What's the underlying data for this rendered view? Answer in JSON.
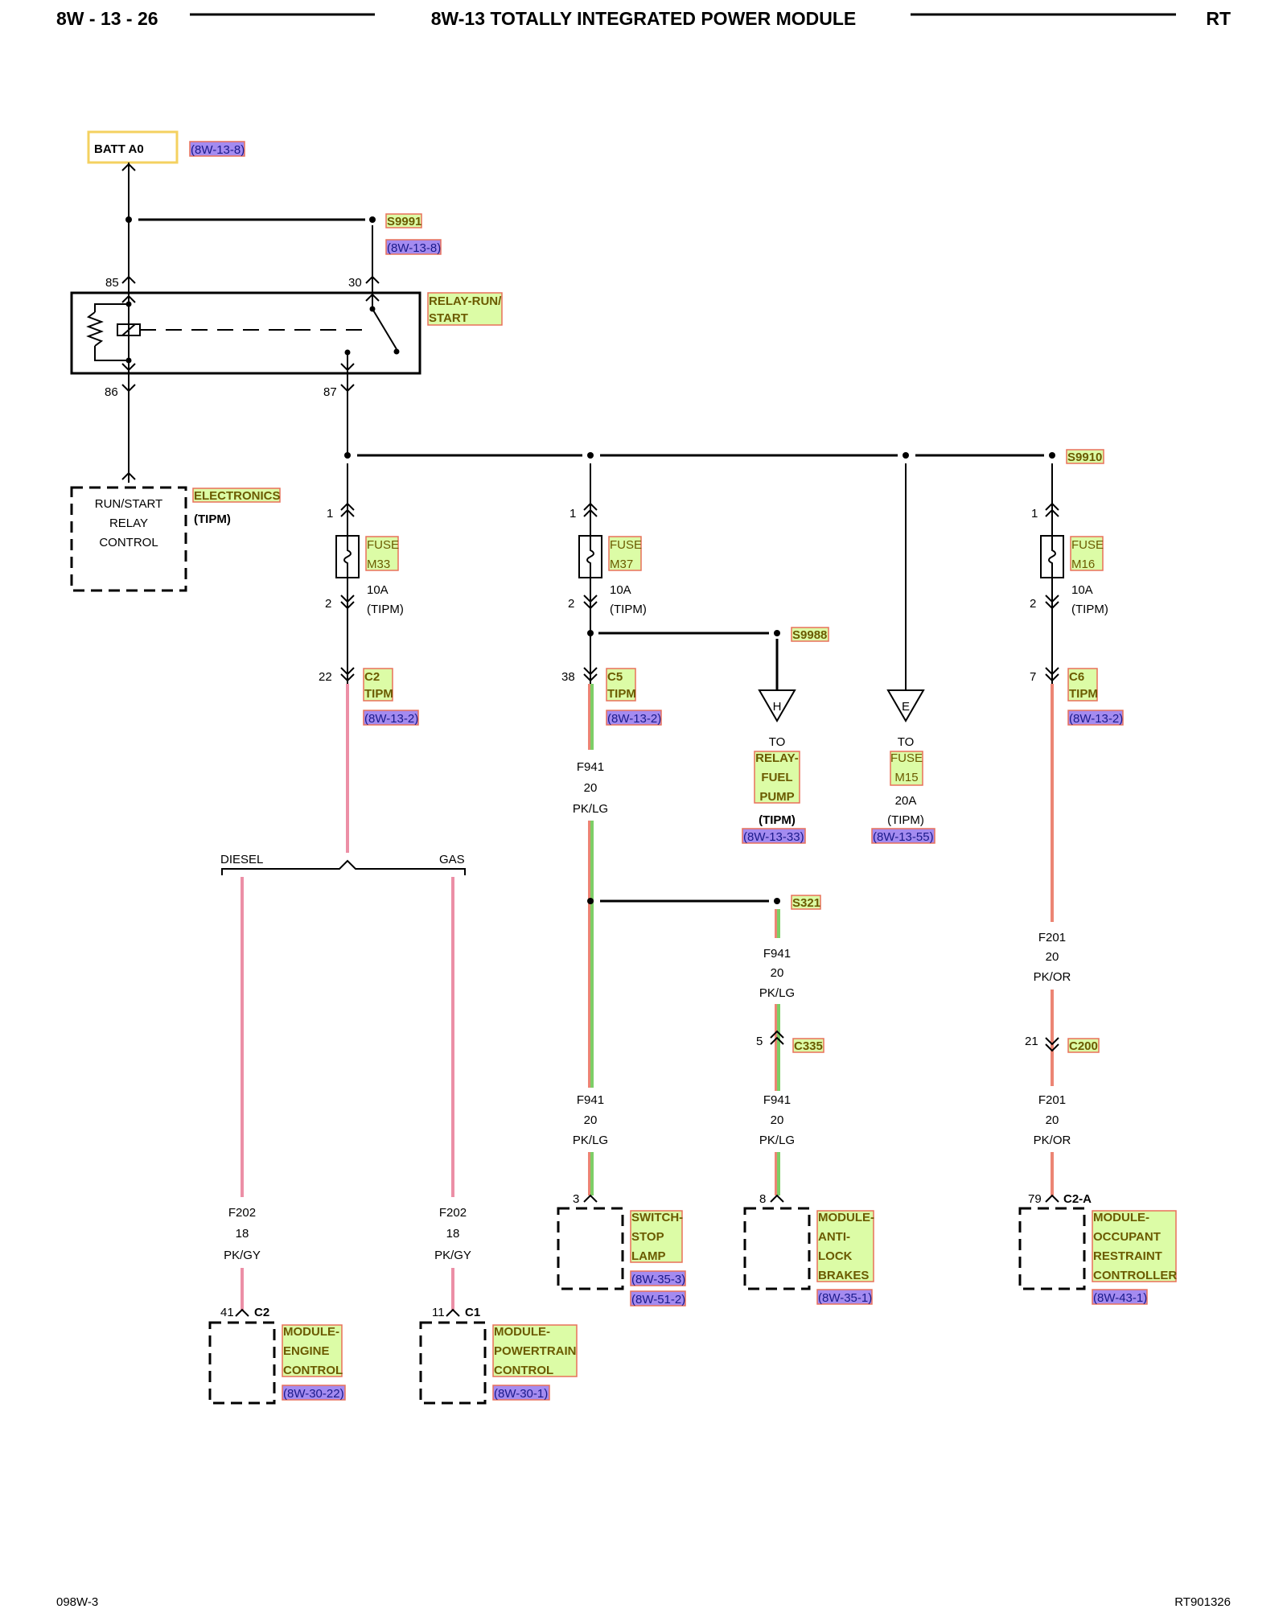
{
  "header": {
    "page": "8W - 13 - 26",
    "title": "8W-13 TOTALLY INTEGRATED POWER MODULE",
    "model": "RT"
  },
  "footer": {
    "left": "098W-3",
    "right": "RT901326"
  },
  "batt": {
    "label": "BATT A0",
    "ref": "(8W-13-8)"
  },
  "splices": {
    "s9991": "S9991",
    "s9991_ref": "(8W-13-8)",
    "s9910": "S9910",
    "s9988": "S9988",
    "s321": "S321"
  },
  "relay": {
    "pin85": "85",
    "pin30": "30",
    "pin86": "86",
    "pin87": "87",
    "name_line1": "RELAY-RUN/",
    "name_line2": "START"
  },
  "electronics": {
    "line1": "RUN/START",
    "line2": "RELAY",
    "line3": "CONTROL",
    "tag": "ELECTRONICS",
    "tipm": "(TIPM)"
  },
  "fuses": [
    {
      "pin_in": "1",
      "pin_out": "2",
      "label": "FUSE",
      "id": "M33",
      "rating": "10A",
      "loc": "(TIPM)"
    },
    {
      "pin_in": "1",
      "pin_out": "2",
      "label": "FUSE",
      "id": "M37",
      "rating": "10A",
      "loc": "(TIPM)"
    },
    {
      "pin_in": "1",
      "pin_out": "2",
      "label": "FUSE",
      "id": "M16",
      "rating": "10A",
      "loc": "(TIPM)"
    }
  ],
  "connectors": {
    "c2": {
      "pin": "22",
      "line1": "C2",
      "line2": "TIPM",
      "ref": "(8W-13-2)"
    },
    "c5": {
      "pin": "38",
      "line1": "C5",
      "line2": "TIPM",
      "ref": "(8W-13-2)"
    },
    "c6": {
      "pin": "7",
      "line1": "C6",
      "line2": "TIPM",
      "ref": "(8W-13-2)"
    },
    "c335": {
      "pin": "5",
      "name": "C335"
    },
    "c200": {
      "pin": "21",
      "name": "C200"
    }
  },
  "wires": {
    "f941": {
      "circuit": "F941",
      "gauge": "20",
      "color": "PK/LG"
    },
    "f201": {
      "circuit": "F201",
      "gauge": "20",
      "color": "PK/OR"
    },
    "f202": {
      "circuit": "F202",
      "gauge": "18",
      "color": "PK/GY"
    }
  },
  "branch": {
    "diesel": "DIESEL",
    "gas": "GAS"
  },
  "offpage": {
    "h_letter": "H",
    "h_to": "TO",
    "h_line1": "RELAY-",
    "h_line2": "FUEL",
    "h_line3": "PUMP",
    "h_tipm": "(TIPM)",
    "h_ref": "(8W-13-33)",
    "e_letter": "E",
    "e_to": "TO",
    "e_line1": "FUSE",
    "e_line2": "M15",
    "e_rating": "20A",
    "e_tipm": "(TIPM)",
    "e_ref": "(8W-13-55)"
  },
  "modules": {
    "ecm": {
      "pin": "41",
      "conn": "C2",
      "line1": "MODULE-",
      "line2": "ENGINE",
      "line3": "CONTROL",
      "ref": "(8W-30-22)"
    },
    "pcm": {
      "pin": "11",
      "conn": "C1",
      "line1": "MODULE-",
      "line2": "POWERTRAIN",
      "line3": "CONTROL",
      "ref": "(8W-30-1)"
    },
    "stop": {
      "pin": "3",
      "line1": "SWITCH-",
      "line2": "STOP",
      "line3": "LAMP",
      "ref1": "(8W-35-3)",
      "ref2": "(8W-51-2)"
    },
    "abs": {
      "pin": "8",
      "line1": "MODULE-",
      "line2": "ANTI-",
      "line3": "LOCK",
      "line4": "BRAKES",
      "ref": "(8W-35-1)"
    },
    "orc": {
      "pin": "79",
      "conn": "C2-A",
      "line1": "MODULE-",
      "line2": "OCCUPANT",
      "line3": "RESTRAINT",
      "line4": "CONTROLLER",
      "ref": "(8W-43-1)"
    }
  }
}
